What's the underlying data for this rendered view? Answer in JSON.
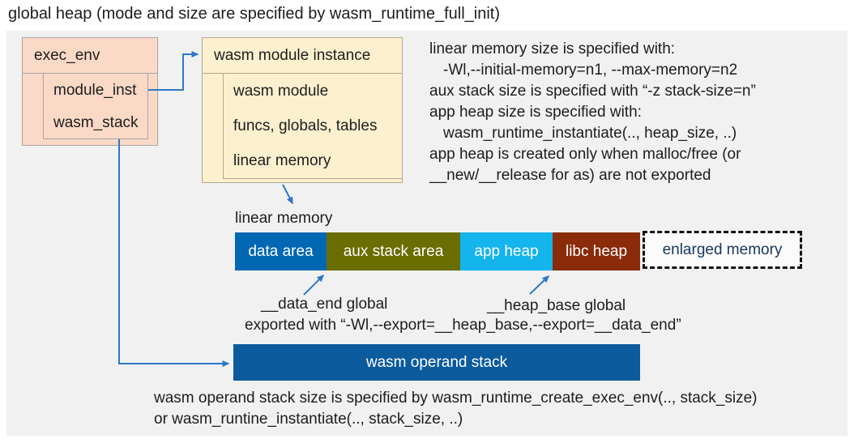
{
  "title": "global heap (mode and size are specified by wasm_runtime_full_init)",
  "exec_env": {
    "header": "exec_env",
    "rows": [
      "module_inst",
      "wasm_stack"
    ]
  },
  "module_instance": {
    "header": "wasm module instance",
    "rows": [
      "wasm module",
      "funcs, globals, tables",
      "linear memory"
    ]
  },
  "notes_right": {
    "lines": [
      "linear memory size is specified with:",
      "-Wl,--initial-memory=n1, --max-memory=n2",
      "aux stack size is specified with “-z stack-size=n”",
      "app heap size is specified with:",
      "wasm_runtime_instantiate(.., heap_size, ..)",
      "app heap is created only when malloc/free (or",
      "__new/__release for as) are not exported"
    ]
  },
  "linear_memory": {
    "label": "linear memory",
    "segments": [
      {
        "label": "data area",
        "color": "#0068b3"
      },
      {
        "label": "aux stack area",
        "color": "#6a6d00"
      },
      {
        "label": "app heap",
        "color": "#14b4ec"
      },
      {
        "label": "libc heap",
        "color": "#8a2b0a"
      }
    ],
    "enlarged": {
      "label": "enlarged memory",
      "text_color": "#17365d"
    }
  },
  "annotations": {
    "data_end": "__data_end global",
    "heap_base": "__heap_base global",
    "exported": "exported with “-Wl,--export=__heap_base,--export=__data_end”"
  },
  "operand_stack": {
    "label": "wasm operand stack",
    "color": "#0b5b9d",
    "note_line1": "wasm operand stack size is specified by wasm_runtime_create_exec_env(.., stack_size)",
    "note_line2": "or wasm_runtine_instantiate(.., stack_size, ..)"
  },
  "palette": {
    "panel_background": "#f1f1f1",
    "exec_box_fill": "#fbd9c7",
    "instance_box_fill": "#fdf0cf",
    "arrow_color": "#2e77c8",
    "text_color": "#1d1d1d"
  }
}
